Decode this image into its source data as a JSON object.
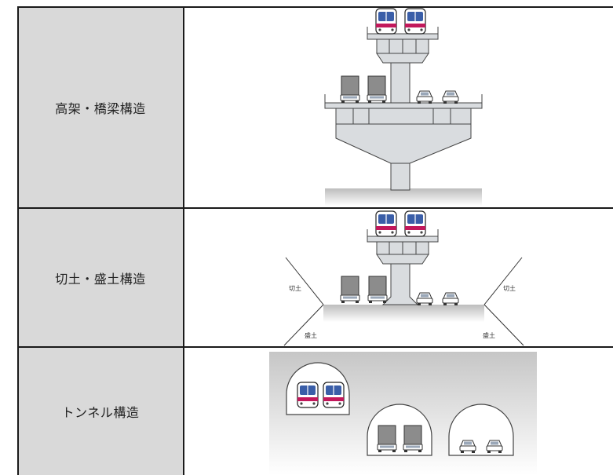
{
  "rows": [
    {
      "label": "高架・橋梁構造"
    },
    {
      "label": "切土・盛土構造",
      "cut_label": "切土",
      "fill_label": "盛土"
    },
    {
      "label": "トンネル構造"
    }
  ],
  "colors": {
    "label_cell_bg": "#d9d9d9",
    "border": "#1a1a1a",
    "structure": "#d9dcdf",
    "structure_stroke": "#444444",
    "train_body": "#3a5ea8",
    "train_stripe": "#c2185b",
    "truck": "#8c8c8c",
    "car": "#ffffff",
    "tunnel_bg_top": "#c8c8c8",
    "tunnel_bg_bottom": "#ffffff"
  },
  "icons": [
    "train-icon",
    "truck-icon",
    "car-icon"
  ]
}
